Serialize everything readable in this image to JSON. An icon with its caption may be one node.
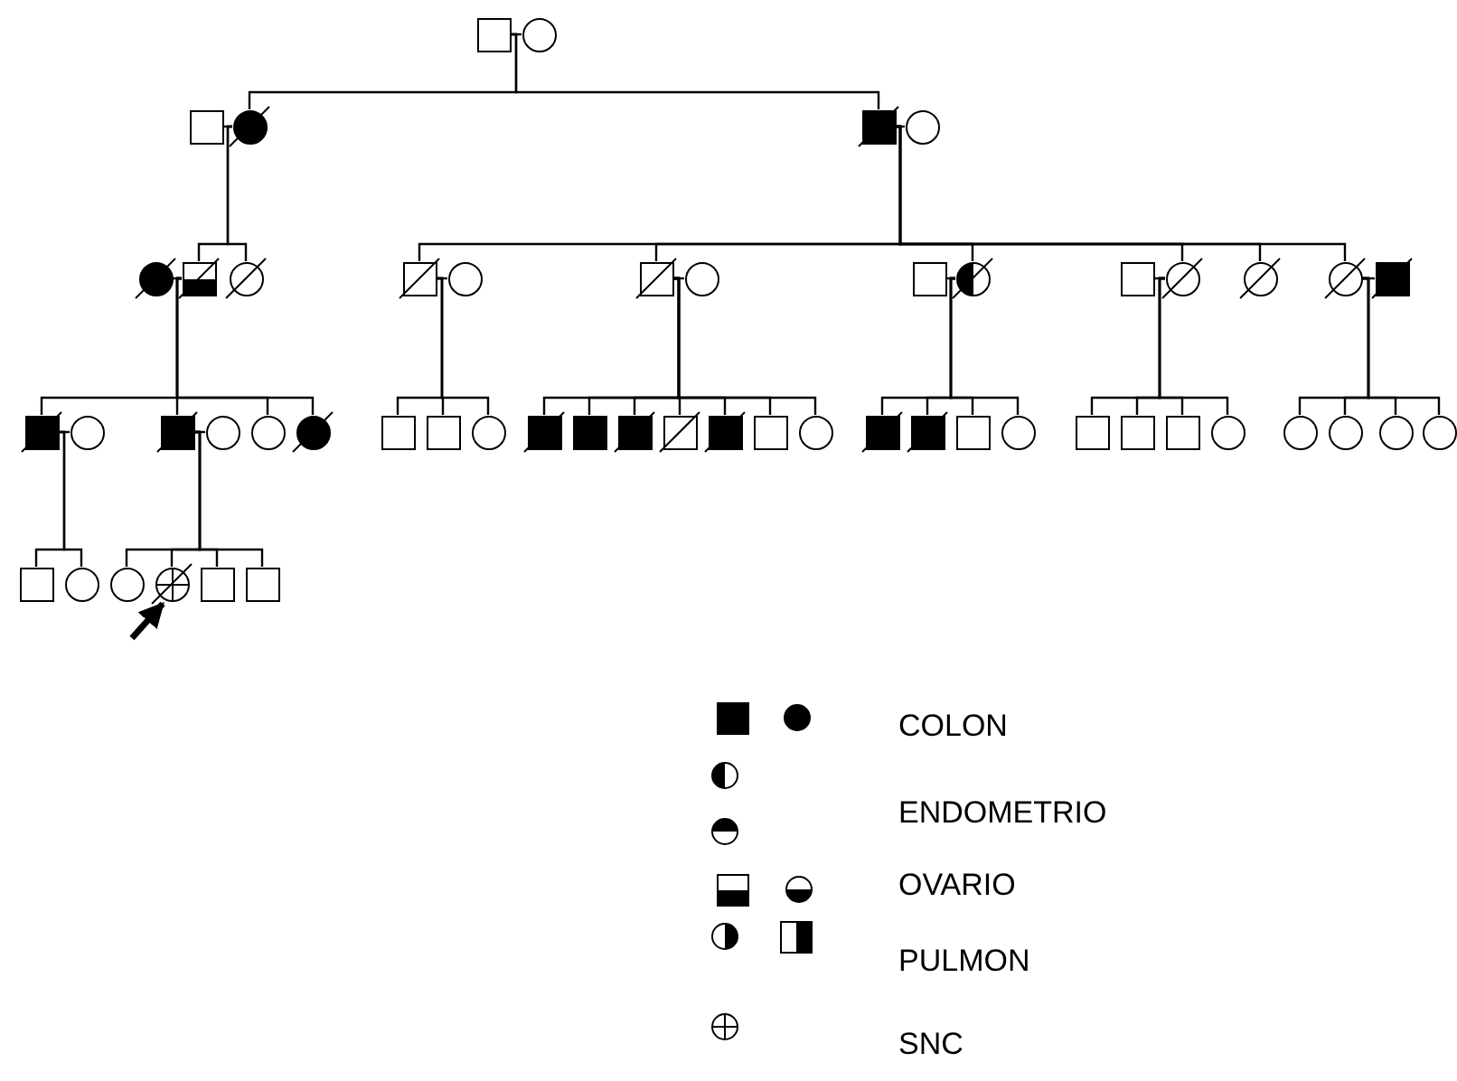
{
  "diagram": {
    "nodes": [
      {
        "text": [],
        "shape": "box"
      },
      {
        "text": [],
        "shape": "circle"
      },
      {
        "text": [],
        "shape": "box"
      },
      {
        "text": [],
        "shape": "circle"
      },
      {
        "text": [],
        "shape": "box"
      },
      {
        "text": [],
        "shape": "circle"
      },
      {
        "text": [],
        "shape": "circle"
      },
      {
        "text": [],
        "shape": "box"
      },
      {
        "text": [],
        "shape": "circle"
      },
      {
        "text": [],
        "shape": "box"
      },
      {
        "text": [],
        "shape": "circle"
      },
      {
        "text": [],
        "shape": "box"
      },
      {
        "text": [],
        "shape": "circle"
      },
      {
        "text": [],
        "shape": "box"
      },
      {
        "text": [],
        "shape": "circle"
      },
      {
        "text": [],
        "shape": "box"
      },
      {
        "text": [],
        "shape": "circle"
      },
      {
        "text": [],
        "shape": "circle"
      },
      {
        "text": [],
        "shape": "circle"
      },
      {
        "text": [],
        "shape": "box"
      },
      {
        "text": [],
        "shape": "box"
      },
      {
        "text": [],
        "shape": "circle"
      },
      {
        "text": [],
        "shape": "box"
      },
      {
        "text": [],
        "shape": "circle"
      },
      {
        "text": [],
        "shape": "circle"
      },
      {
        "text": [],
        "shape": "circle"
      },
      {
        "text": [],
        "shape": "box"
      },
      {
        "text": [],
        "shape": "box"
      },
      {
        "text": [],
        "shape": "circle"
      },
      {
        "text": [],
        "shape": "box"
      },
      {
        "text": [],
        "shape": "box"
      },
      {
        "text": [],
        "shape": "box"
      },
      {
        "text": [],
        "shape": "box"
      },
      {
        "text": [],
        "shape": "box"
      },
      {
        "text": [],
        "shape": "box"
      },
      {
        "text": [],
        "shape": "circle"
      },
      {
        "text": [],
        "shape": "box"
      },
      {
        "text": [],
        "shape": "box"
      },
      {
        "text": [],
        "shape": "box"
      },
      {
        "text": [],
        "shape": "circle"
      },
      {
        "text": [],
        "shape": "box"
      },
      {
        "text": [],
        "shape": "box"
      },
      {
        "text": [],
        "shape": "box"
      },
      {
        "text": [],
        "shape": "circle"
      },
      {
        "text": [],
        "shape": "circle"
      },
      {
        "text": [],
        "shape": "circle"
      },
      {
        "text": [],
        "shape": "circle"
      },
      {
        "text": [],
        "shape": "circle"
      },
      {
        "text": [],
        "shape": "box"
      },
      {
        "text": [],
        "shape": "circle"
      },
      {
        "text": [],
        "shape": "circle"
      },
      {
        "text": [],
        "shape": "circle"
      },
      {
        "text": [],
        "shape": "box"
      },
      {
        "text": [],
        "shape": "box"
      }
    ],
    "edges": [
      {
        "from": 0,
        "to": 1,
        "arrow": "none"
      },
      {
        "from": 0,
        "to": 3,
        "arrow": "none"
      },
      {
        "from": 0,
        "to": 4,
        "arrow": "none"
      },
      {
        "from": 2,
        "to": 3,
        "arrow": "none"
      },
      {
        "from": 4,
        "to": 5,
        "arrow": "none"
      },
      {
        "from": 3,
        "to": 7,
        "arrow": "none"
      },
      {
        "from": 3,
        "to": 8,
        "arrow": "none"
      },
      {
        "from": 6,
        "to": 7,
        "arrow": "none"
      },
      {
        "from": 9,
        "to": 10,
        "arrow": "none"
      },
      {
        "from": 11,
        "to": 12,
        "arrow": "none"
      },
      {
        "from": 13,
        "to": 14,
        "arrow": "none"
      },
      {
        "from": 15,
        "to": 16,
        "arrow": "none"
      },
      {
        "from": 18,
        "to": 19,
        "arrow": "none"
      },
      {
        "from": 4,
        "to": 9,
        "arrow": "none"
      },
      {
        "from": 4,
        "to": 11,
        "arrow": "none"
      },
      {
        "from": 4,
        "to": 14,
        "arrow": "none"
      },
      {
        "from": 4,
        "to": 16,
        "arrow": "none"
      },
      {
        "from": 4,
        "to": 17,
        "arrow": "none"
      },
      {
        "from": 4,
        "to": 18,
        "arrow": "none"
      },
      {
        "from": 7,
        "to": 20,
        "arrow": "none"
      },
      {
        "from": 7,
        "to": 22,
        "arrow": "none"
      },
      {
        "from": 7,
        "to": 24,
        "arrow": "none"
      },
      {
        "from": 7,
        "to": 25,
        "arrow": "none"
      },
      {
        "from": 20,
        "to": 21,
        "arrow": "none"
      },
      {
        "from": 22,
        "to": 23,
        "arrow": "none"
      },
      {
        "from": 9,
        "to": 26,
        "arrow": "none"
      },
      {
        "from": 9,
        "to": 27,
        "arrow": "none"
      },
      {
        "from": 9,
        "to": 28,
        "arrow": "none"
      },
      {
        "from": 11,
        "to": 29,
        "arrow": "none"
      },
      {
        "from": 11,
        "to": 30,
        "arrow": "none"
      },
      {
        "from": 11,
        "to": 31,
        "arrow": "none"
      },
      {
        "from": 11,
        "to": 32,
        "arrow": "none"
      },
      {
        "from": 11,
        "to": 33,
        "arrow": "none"
      },
      {
        "from": 11,
        "to": 34,
        "arrow": "none"
      },
      {
        "from": 11,
        "to": 35,
        "arrow": "none"
      },
      {
        "from": 14,
        "to": 36,
        "arrow": "none"
      },
      {
        "from": 14,
        "to": 37,
        "arrow": "none"
      },
      {
        "from": 14,
        "to": 38,
        "arrow": "none"
      },
      {
        "from": 14,
        "to": 39,
        "arrow": "none"
      },
      {
        "from": 16,
        "to": 40,
        "arrow": "none"
      },
      {
        "from": 16,
        "to": 41,
        "arrow": "none"
      },
      {
        "from": 16,
        "to": 42,
        "arrow": "none"
      },
      {
        "from": 16,
        "to": 43,
        "arrow": "none"
      },
      {
        "from": 18,
        "to": 44,
        "arrow": "none"
      },
      {
        "from": 18,
        "to": 45,
        "arrow": "none"
      },
      {
        "from": 18,
        "to": 46,
        "arrow": "none"
      },
      {
        "from": 18,
        "to": 47,
        "arrow": "none"
      },
      {
        "from": 20,
        "to": 48,
        "arrow": "none"
      },
      {
        "from": 20,
        "to": 49,
        "arrow": "none"
      },
      {
        "from": 22,
        "to": 50,
        "arrow": "none"
      },
      {
        "from": 22,
        "to": 51,
        "arrow": "none"
      },
      {
        "from": 22,
        "to": 52,
        "arrow": "none"
      },
      {
        "from": 22,
        "to": 53,
        "arrow": "none"
      },
      {
        "from": null,
        "to": 51,
        "arrow": "to",
        "style": "thick"
      }
    ],
    "legend": [
      {
        "text": "COLON"
      },
      {
        "text": "ENDOMETRIO"
      },
      {
        "text": "OVARIO"
      },
      {
        "text": "PULMON"
      },
      {
        "text": "SNC"
      }
    ]
  }
}
